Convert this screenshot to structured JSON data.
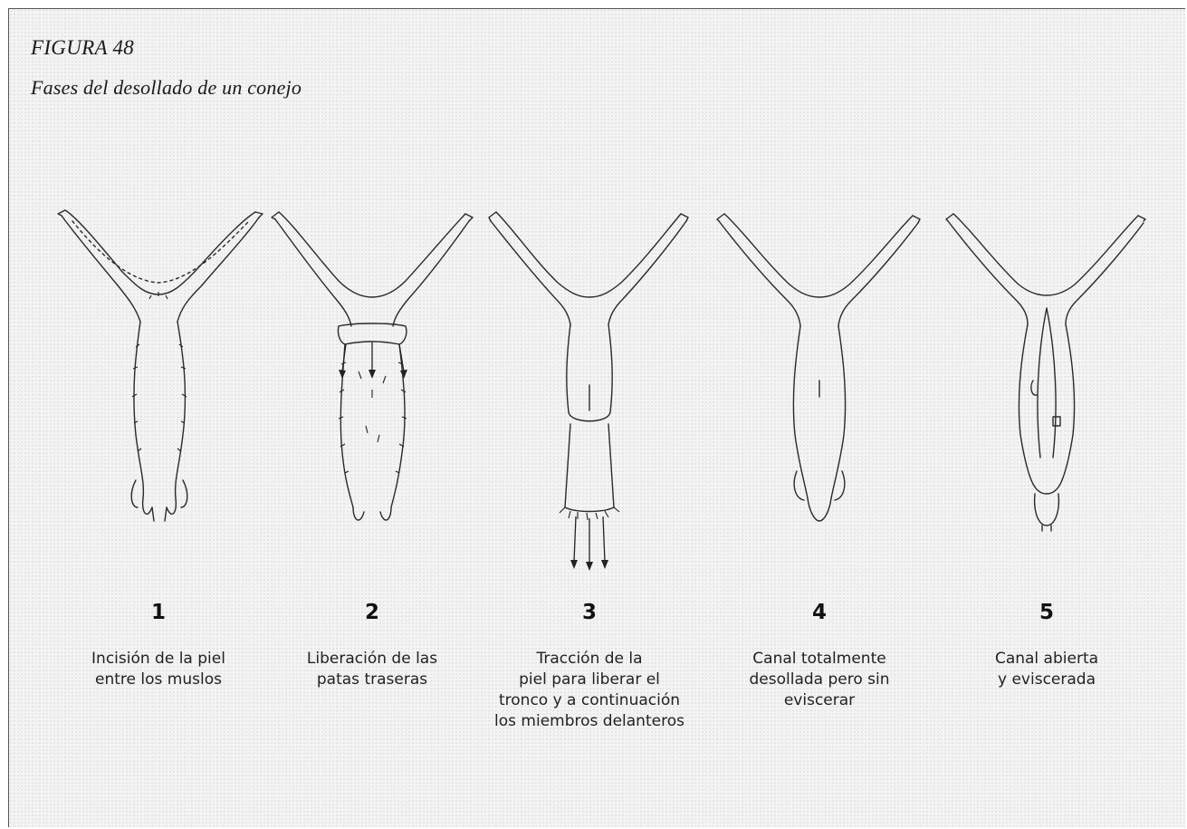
{
  "figure": {
    "number": "FIGURA 48",
    "caption": "Fases del desollado de un conejo"
  },
  "stages": [
    {
      "number": "1",
      "description": "Incisión de la piel\nentre los muslos"
    },
    {
      "number": "2",
      "description": "Liberación de las\npatas traseras"
    },
    {
      "number": "3",
      "description": "Tracción de la\npiel para liberar el\ntronco y a continuación\nlos miembros delanteros"
    },
    {
      "number": "4",
      "description": "Canal totalmente\ndesollada pero sin\neviscerar"
    },
    {
      "number": "5",
      "description": "Canal abierta\ny eviscerada"
    }
  ]
}
